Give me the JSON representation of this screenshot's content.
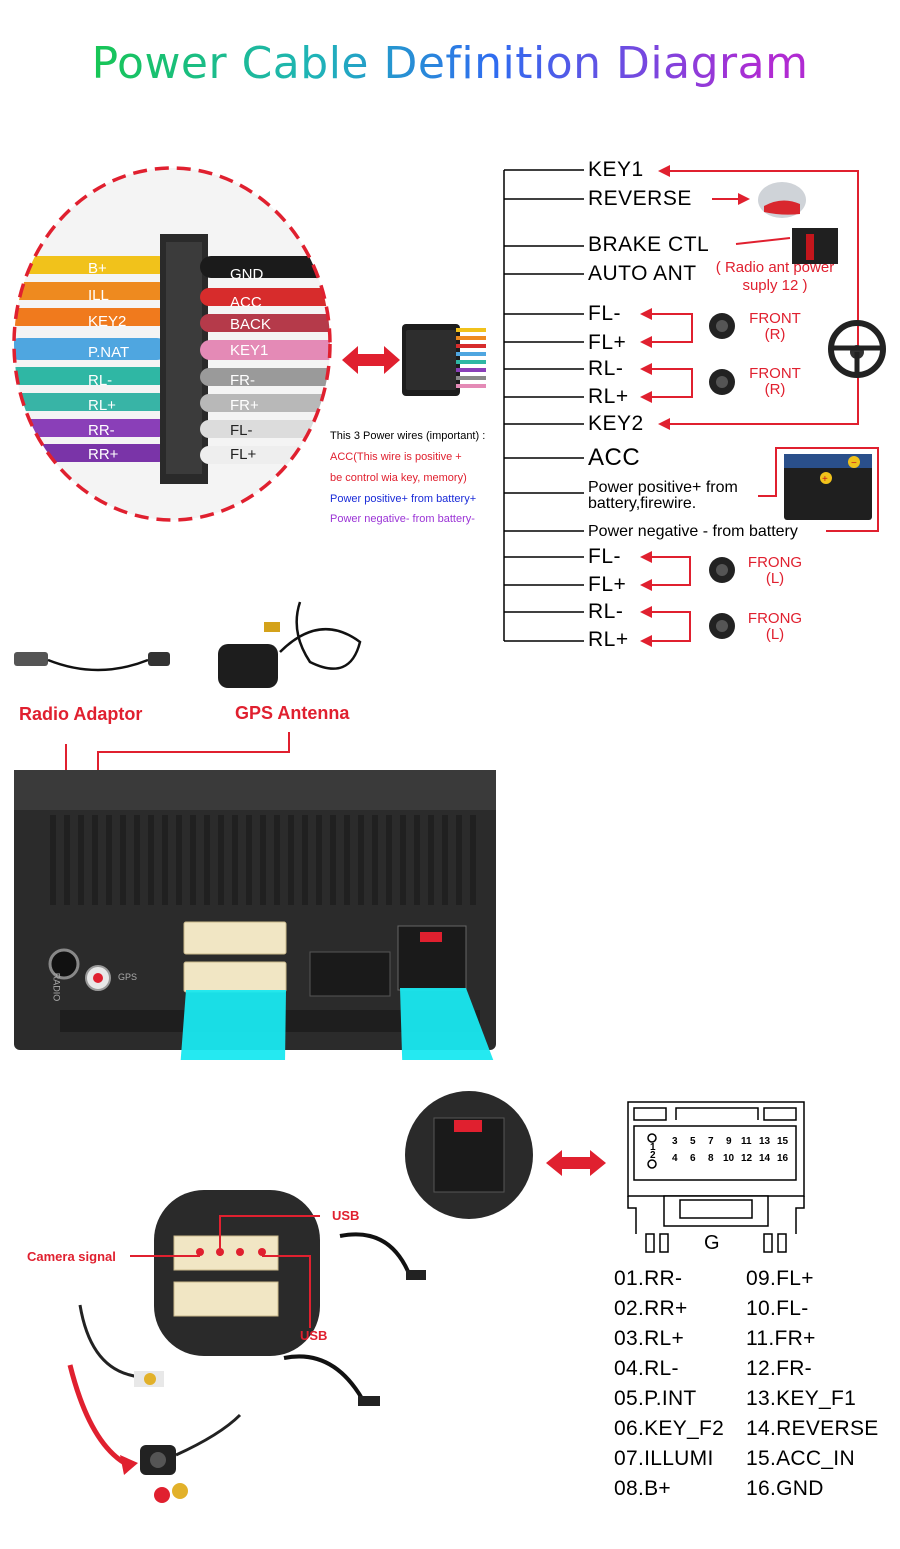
{
  "title": "Power Cable Definition Diagram",
  "harness_left": [
    "B+",
    "ILL",
    "KEY2",
    "P.NAT",
    "RL-",
    "RL+",
    "RR-",
    "RR+"
  ],
  "harness_right": [
    "GND",
    "ACC",
    "BACK",
    "KEY1",
    "FR-",
    "FR+",
    "FL-",
    "FL+"
  ],
  "wires": {
    "key1": "KEY1",
    "reverse": "REVERSE",
    "brake": "BRAKE CTL",
    "auto_ant": "AUTO ANT",
    "auto_ant_note": "( Radio ant power suply 12 )",
    "fl_minus_1": "FL-",
    "fl_plus_1": "FL+",
    "rl_minus_1": "RL-",
    "rl_plus_1": "RL+",
    "key2": "KEY2",
    "acc": "ACC",
    "pwr_pos": "Power positive+ from battery,firewire.",
    "pwr_neg": "Power negative - from battery",
    "fl_minus_2": "FL-",
    "fl_plus_2": "FL+",
    "rl_minus_2": "RL-",
    "rl_plus_2": "RL+"
  },
  "speakers": {
    "front_r_1": "FRONT (R)",
    "front_r_2": "FRONT (R)",
    "frong_l_1": "FRONG (L)",
    "frong_l_2": "FRONG (L)"
  },
  "notes": {
    "line1": "This 3 Power wires (important) :",
    "line2": "ACC(This wire is positive +",
    "line3": "be control wia key, memory)",
    "line4": "Power positive+ from battery+",
    "line5": "Power negative- from battery-"
  },
  "accessories": {
    "radio_adaptor": "Radio Adaptor",
    "gps_antenna": "GPS Antenna",
    "camera_signal": "Camera signal",
    "usb_1": "USB",
    "usb_2": "USB"
  },
  "connector": {
    "label": "G",
    "pin_rows_top": [
      "1",
      "3",
      "5",
      "7",
      "9",
      "11",
      "13",
      "15"
    ],
    "pin_rows_bottom": [
      "2",
      "4",
      "6",
      "8",
      "10",
      "12",
      "14",
      "16"
    ]
  },
  "pins_left": [
    "01.RR-",
    "02.RR+",
    "03.RL+",
    "04.RL-",
    "05.P.INT",
    "06.KEY_F2",
    "07.ILLUMI",
    "08.B+"
  ],
  "pins_right": [
    "09.FL+",
    "10.FL-",
    "11.FR+",
    "12.FR-",
    "13.KEY_F1",
    "14.REVERSE",
    "15.ACC_IN",
    "16.GND"
  ],
  "colors": {
    "red_accent": "#e0202f",
    "cyan_beam": "#19e8f0",
    "note_blue": "#1a2bd8",
    "note_purple": "#9b34d6"
  },
  "unit_labels": {
    "radio": "RADIO",
    "gps": "GPS"
  }
}
